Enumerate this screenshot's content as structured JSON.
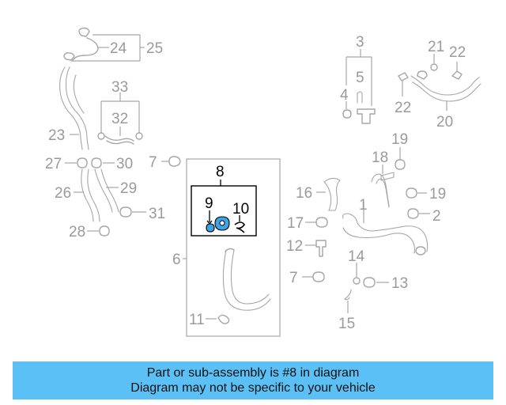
{
  "callouts": {
    "c1": "1",
    "c2": "2",
    "c3": "3",
    "c4": "4",
    "c5": "5",
    "c6": "6",
    "c7a": "7",
    "c7b": "7",
    "c8": "8",
    "c9": "9",
    "c10": "10",
    "c11": "11",
    "c12": "12",
    "c13": "13",
    "c14": "14",
    "c15": "15",
    "c16": "16",
    "c17": "17",
    "c18": "18",
    "c19a": "19",
    "c19b": "19",
    "c20": "20",
    "c21": "21",
    "c22a": "22",
    "c22b": "22",
    "c23": "23",
    "c24": "24",
    "c25": "25",
    "c26": "26",
    "c27": "27",
    "c28": "28",
    "c29": "29",
    "c30": "30",
    "c31": "31",
    "c32": "32",
    "c33": "33"
  },
  "colors": {
    "highlight_part": "#3ba3e6",
    "banner_bg": "#5bc0f5",
    "diagram_gray": "#a6a6a6"
  },
  "banner": {
    "line1": "Part or sub-assembly is #8 in diagram",
    "line2": "Diagram may not be specific to your vehicle"
  }
}
